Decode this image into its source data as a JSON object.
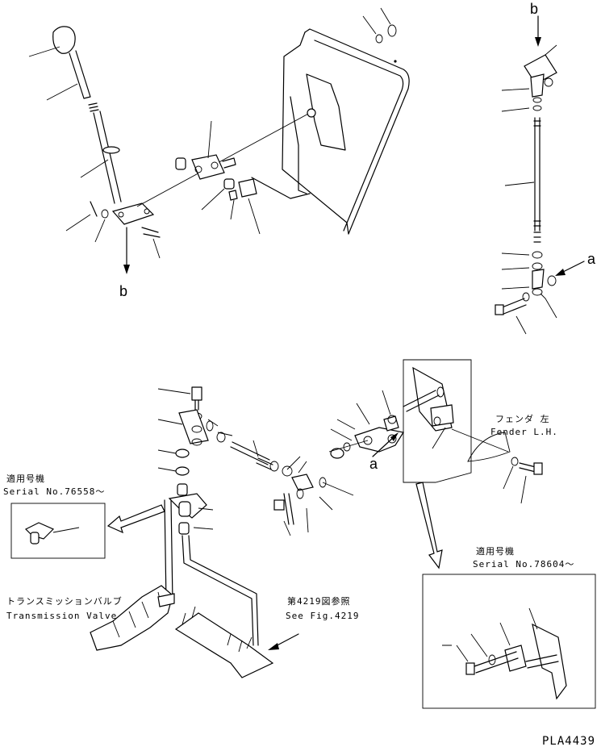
{
  "labels": {
    "arrow_b_top": "b",
    "arrow_b_bottom": "b",
    "arrow_a_right": "a",
    "arrow_a_center": "a",
    "fender_jp": "フェンダ 左",
    "fender_en": "Fender L.H.",
    "serial_left_jp": "適用号機",
    "serial_left_en": "Serial No.76558～",
    "serial_right_jp": "適用号機",
    "serial_right_en": "Serial No.78604～",
    "trans_jp": "トランスミッションバルブ",
    "trans_en": "Transmission Valve",
    "seefig_jp": "第4219図参照",
    "seefig_en": "See Fig.4219",
    "drawing_code": "PLA4439"
  }
}
